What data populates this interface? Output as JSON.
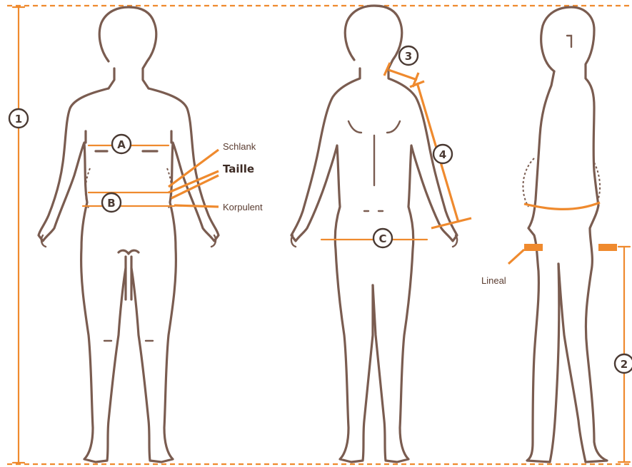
{
  "colors": {
    "accent": "#ef8a2e",
    "outline": "#7a5c50",
    "badge": "#4a3a33"
  },
  "badges": {
    "one": "1",
    "two": "2",
    "three": "3",
    "four": "4",
    "a": "A",
    "b": "B",
    "c": "C"
  },
  "labels": {
    "schlank": "Schlank",
    "taille": "Taille",
    "korpulent": "Korpulent",
    "lineal": "Lineal"
  }
}
